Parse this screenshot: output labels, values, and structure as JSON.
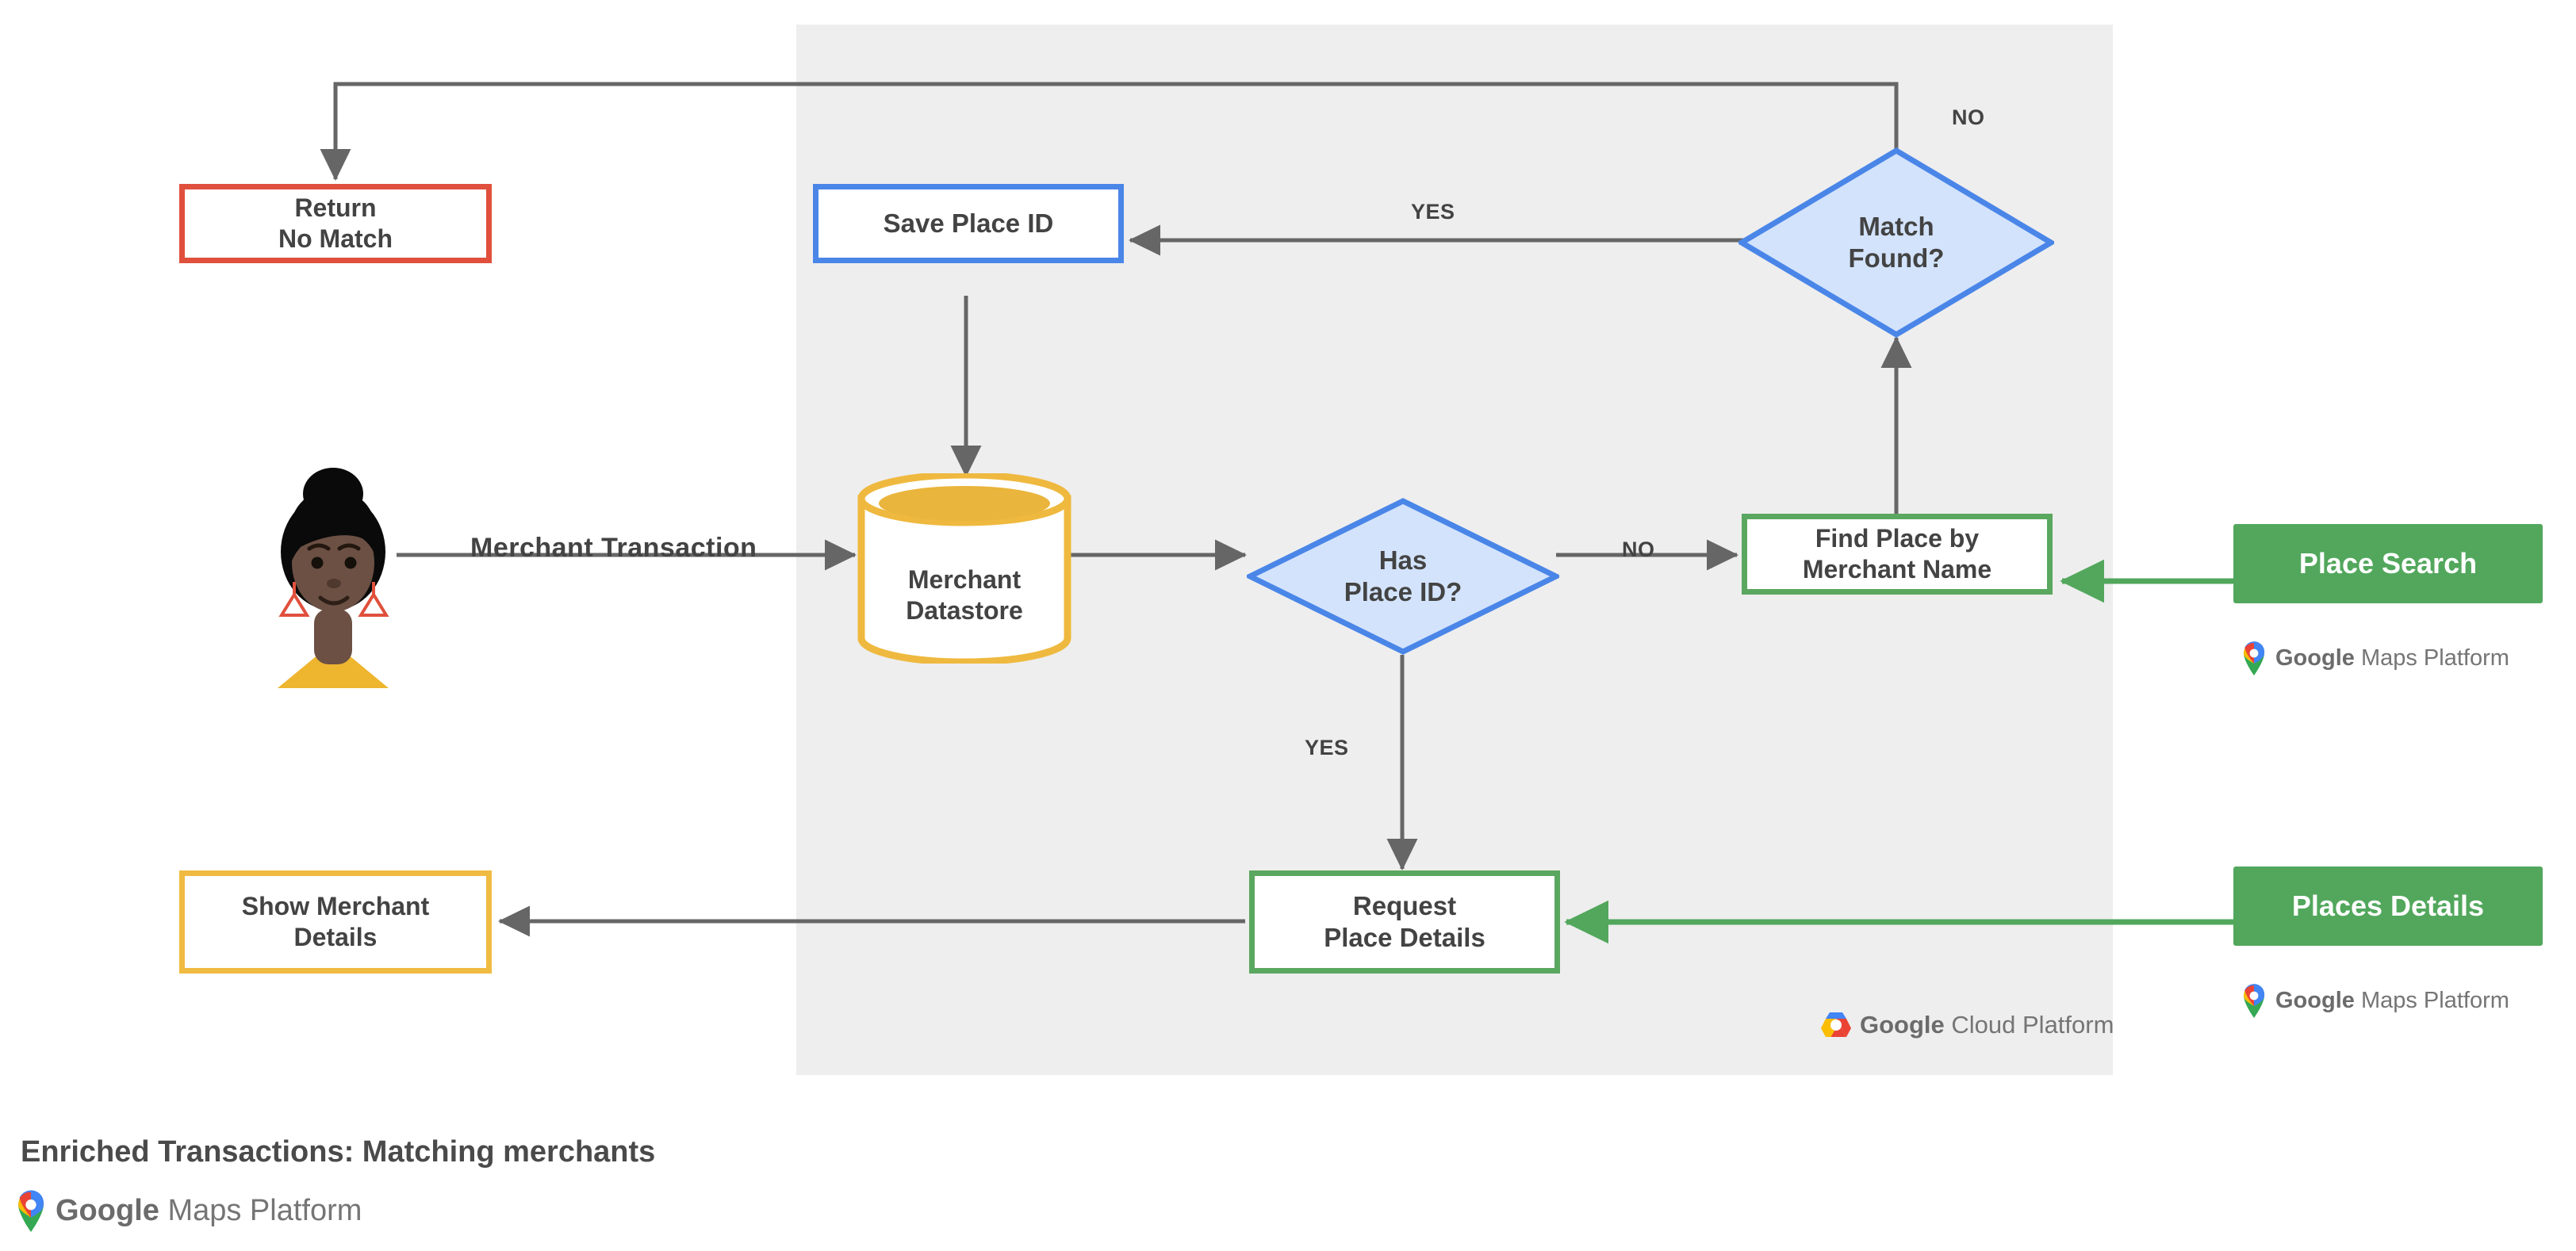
{
  "diagram": {
    "title": "Enriched Transactions: Matching merchants",
    "panel_name": "google-cloud-platform-region",
    "nodes": {
      "return_no_match": {
        "label": "Return\nNo Match",
        "color": "#e0503c",
        "shape": "process"
      },
      "save_place_id": {
        "label": "Save Place ID",
        "color": "#4a86e8",
        "shape": "process"
      },
      "match_found": {
        "label": "Match\nFound?",
        "color": "#4a86e8",
        "fill": "#d3e3fc",
        "shape": "decision"
      },
      "merchant_datastore": {
        "label": "Merchant\nDatastore",
        "color": "#efb93f",
        "shape": "datastore"
      },
      "has_place_id": {
        "label": "Has\nPlace ID?",
        "color": "#4a86e8",
        "fill": "#d3e3fc",
        "shape": "decision"
      },
      "find_place": {
        "label": "Find Place by\nMerchant Name",
        "color": "#5aa75f",
        "shape": "process"
      },
      "request_place_details": {
        "label": "Request\nPlace Details",
        "color": "#5aa75f",
        "shape": "process"
      },
      "show_merchant_details": {
        "label": "Show Merchant\nDetails",
        "color": "#f0bb42",
        "shape": "process"
      },
      "user_avatar": {
        "label": "user-avatar",
        "shape": "actor"
      }
    },
    "api_buttons": [
      {
        "label": "Place Search",
        "color": "#52a75c"
      },
      {
        "label": "Places Details",
        "color": "#52a75c"
      }
    ],
    "edge_labels": {
      "merchant_transaction": "Merchant Transaction",
      "match_found_no": "NO",
      "match_found_yes": "YES",
      "has_place_id_no": "NO",
      "has_place_id_yes": "YES"
    },
    "logos": {
      "maps_brand": "Google",
      "maps_product": " Maps Platform",
      "cloud_brand": "Google",
      "cloud_product": " Cloud Platform"
    }
  }
}
